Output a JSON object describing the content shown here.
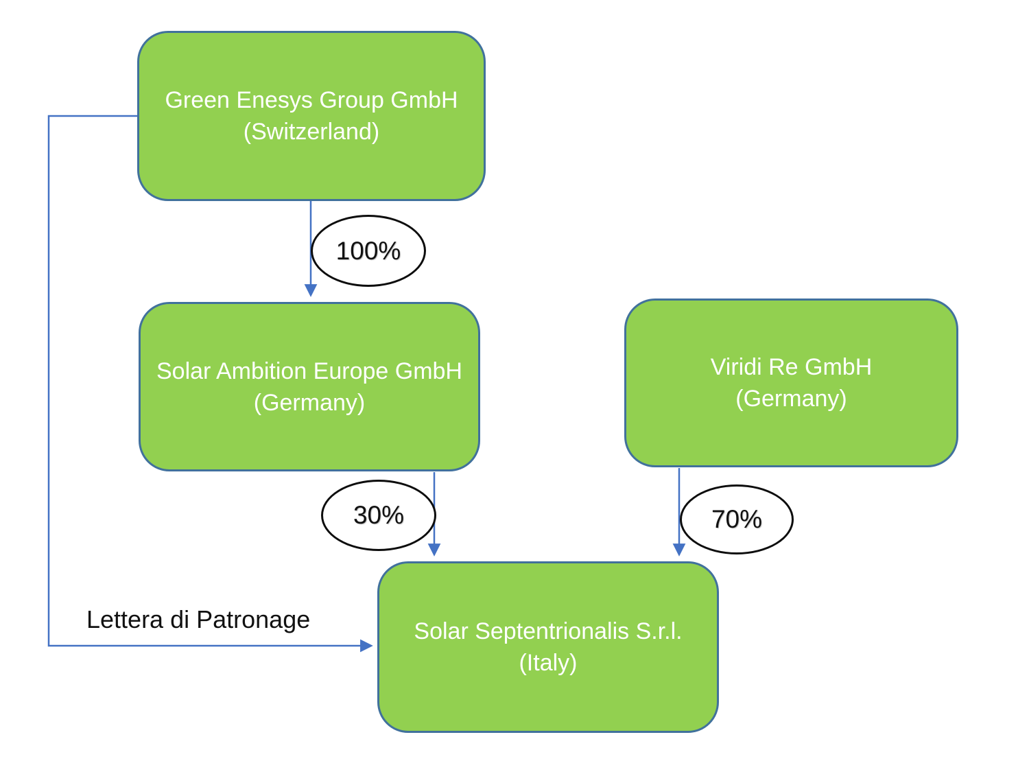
{
  "nodes": {
    "green_enesys": {
      "line1": "Green Enesys Group GmbH",
      "line2": "(Switzerland)"
    },
    "solar_ambition": {
      "line1": "Solar Ambition Europe GmbH",
      "line2": "(Germany)"
    },
    "viridi": {
      "line1": "Viridi Re GmbH",
      "line2": "(Germany)"
    },
    "solar_septentrionalis": {
      "line1": "Solar Septentrionalis S.r.l.",
      "line2": "(Italy)"
    }
  },
  "labels": {
    "pct_100": "100%",
    "pct_30": "30%",
    "pct_70": "70%",
    "patronage": "Lettera di Patronage"
  },
  "colors": {
    "node_fill": "#92D050",
    "node_border": "#41719C",
    "node_text": "#FFFFFF",
    "connector": "#4472C4",
    "ellipse_border": "#0D0D0D",
    "ellipse_fill": "#FFFFFF",
    "label_text": "#111111"
  }
}
